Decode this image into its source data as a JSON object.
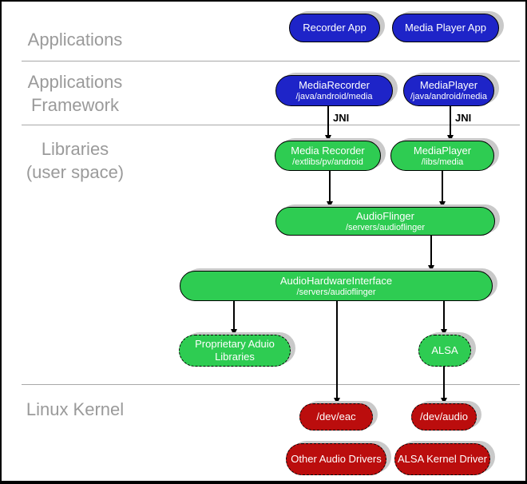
{
  "colors": {
    "blue": "#1e24c8",
    "green": "#2ecc52",
    "red": "#bb0d0d",
    "shadow": "#c9c9c9",
    "label_gray": "#9a9a9a",
    "divider_gray": "#a8a8a8"
  },
  "layers": {
    "applications": {
      "label": "Applications"
    },
    "applications_framework": {
      "label": "Applications\nFramework"
    },
    "libraries": {
      "label": "Libraries\n(user space)"
    },
    "linux_kernel": {
      "label": "Linux Kernel"
    }
  },
  "edge_labels": {
    "jni_left": "JNI",
    "jni_right": "JNI"
  },
  "nodes": {
    "recorder_app": {
      "title": "Recorder App"
    },
    "media_player_app": {
      "title": "Media Player App"
    },
    "media_recorder_framework": {
      "title": "MediaRecorder",
      "subtitle": "/java/android/media"
    },
    "media_player_framework": {
      "title": "MediaPlayer",
      "subtitle": "/java/android/media"
    },
    "media_recorder_lib": {
      "title": "Media Recorder",
      "subtitle": "/extlibs/pv/android"
    },
    "media_player_lib": {
      "title": "MediaPlayer",
      "subtitle": "/libs/media"
    },
    "audio_flinger": {
      "title": "AudioFlinger",
      "subtitle": "/servers/audioflinger"
    },
    "audio_hardware_interface": {
      "title": "AudioHardwareInterface",
      "subtitle": "/servers/audioflinger"
    },
    "proprietary_audio_libraries": {
      "title": "Proprietary Aduio\nLibraries"
    },
    "alsa": {
      "title": "ALSA"
    },
    "dev_eac": {
      "title": "/dev/eac"
    },
    "dev_audio": {
      "title": "/dev/audio"
    },
    "other_audio_drivers": {
      "title": "Other Audio Drivers"
    },
    "alsa_kernel_driver": {
      "title": "ALSA Kernel Driver"
    }
  }
}
